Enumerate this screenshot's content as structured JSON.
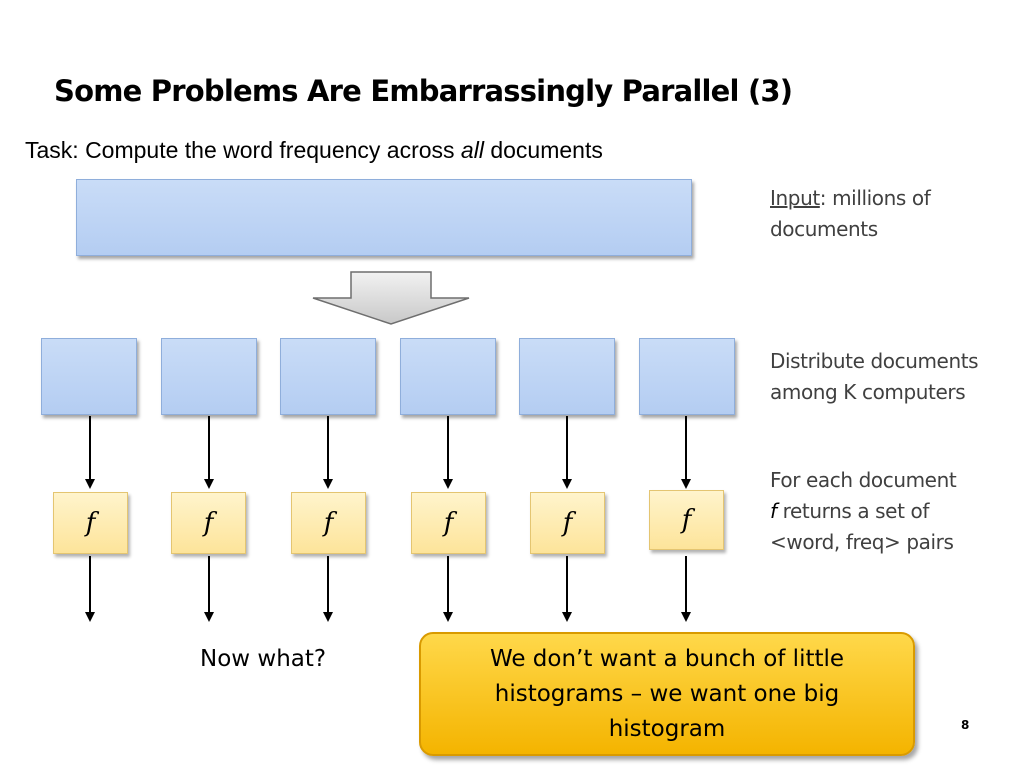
{
  "slide": {
    "title": "Some Problems Are Embarrassingly Parallel (3)",
    "task_prefix": "Task: Compute the word frequency across ",
    "task_emphasis": "all",
    "task_suffix": " documents",
    "page_number": "8"
  },
  "side_notes": {
    "input_label": "Input",
    "input_text": ": millions of documents",
    "distribute_text": "Distribute documents among K computers",
    "foreach_line1": "For each document",
    "foreach_f": "f",
    "foreach_line2": " returns a set of",
    "foreach_line3": "<word, freq> pairs"
  },
  "workers": [
    {
      "function_label": "f"
    },
    {
      "function_label": "f"
    },
    {
      "function_label": "f"
    },
    {
      "function_label": "f"
    },
    {
      "function_label": "f"
    },
    {
      "function_label": "f"
    }
  ],
  "question": "Now what?",
  "callout": "We don’t want a bunch of little histograms – we want one big histogram",
  "colors": {
    "doc_box": "#c9dcf7",
    "function_box": "#fde49a",
    "callout": "#f4b400"
  }
}
